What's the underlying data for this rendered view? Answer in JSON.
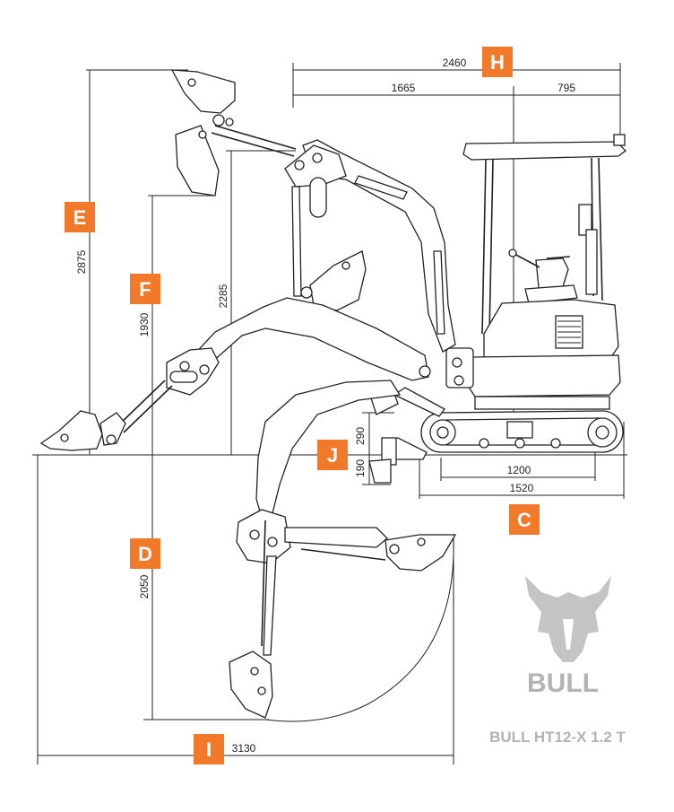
{
  "colors": {
    "badge": "#f07a2a",
    "line": "#222222",
    "logo": "#b3b3b3"
  },
  "dimensions": {
    "overall_length": "2460",
    "front_length": "1665",
    "rear_length": "795",
    "max_reach_height": "2875",
    "max_dump_height": "1930",
    "pin_height": "2285",
    "max_dig_depth": "2050",
    "max_reach": "3130",
    "blade_lift": "290",
    "blade_depth": "190",
    "track_contact": "1200",
    "track_length": "1520"
  },
  "badges": {
    "E": "E",
    "F": "F",
    "H": "H",
    "J": "J",
    "C": "C",
    "D": "D",
    "I": "I"
  },
  "logo": {
    "brand": "BULL",
    "icon": "bull-head-icon",
    "model": "BULL HT12-X 1.2 T"
  }
}
